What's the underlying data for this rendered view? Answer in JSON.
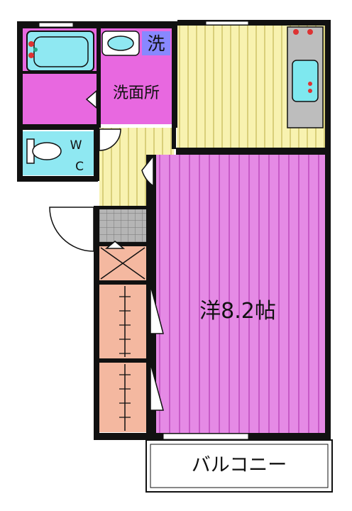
{
  "labels": {
    "washroom": "洗面所",
    "washer": "洗",
    "toilet_w": "W",
    "toilet_c": "C",
    "room": "洋8.2帖",
    "balcony": "バルコニー"
  },
  "colors": {
    "wall": "#111111",
    "bath_pink": "#e868e0",
    "room_pink": "#e58ae5",
    "room_stripe": "#cc5fcc",
    "kitchen_yellow": "#f8f2b0",
    "kitchen_stripe": "#d9cf7a",
    "toilet_cyan": "#8fe8f2",
    "closet_salmon": "#f4b8a0",
    "washer_blue": "#8888ff",
    "tile_gray": "#b5b5b5",
    "sink_cyan": "#7ee8ef"
  }
}
